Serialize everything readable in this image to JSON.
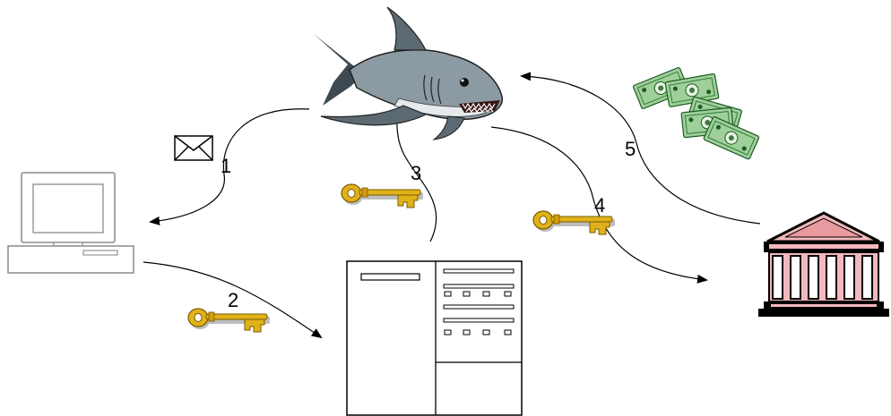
{
  "diagram": {
    "steps": [
      {
        "label": "1"
      },
      {
        "label": "2"
      },
      {
        "label": "3"
      },
      {
        "label": "4"
      },
      {
        "label": "5"
      }
    ],
    "icons": {
      "shark": "shark-icon",
      "computer": "computer-icon",
      "envelope": "envelope-icon",
      "web_form": "web-form-icon",
      "bank": "bank-icon",
      "money": "money-icon",
      "key": "key-icon"
    },
    "colors": {
      "key_gold": "#e0b21a",
      "key_shadow": "#a9a9a9",
      "money_green": "#5aa35a",
      "bank_pink": "#f2b8bc",
      "shark_gray": "#8c9aa3"
    }
  }
}
